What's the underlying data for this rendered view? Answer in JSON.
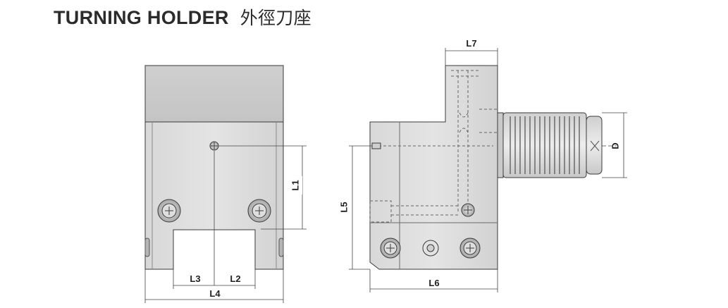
{
  "title": {
    "en": "TURNING HOLDER",
    "zh": "外徑刀座"
  },
  "dimensions": {
    "l1": "L1",
    "l2": "L2",
    "l3": "L3",
    "l4": "L4",
    "l5": "L5",
    "l6": "L6",
    "l7": "L7",
    "d": "D"
  }
}
